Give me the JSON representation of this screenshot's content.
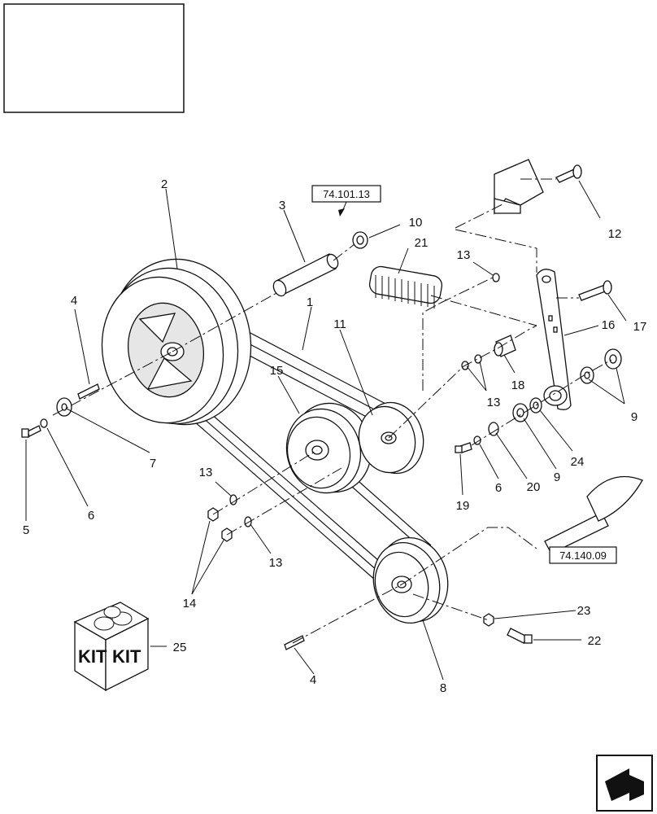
{
  "references": [
    "74.101.13",
    "74.140.09"
  ],
  "kit_label": "KIT",
  "callouts": {
    "c1": "1",
    "c2": "2",
    "c3": "3",
    "c4a": "4",
    "c4b": "4",
    "c5": "5",
    "c6a": "6",
    "c6b": "6",
    "c7": "7",
    "c8": "8",
    "c9a": "9",
    "c9b": "9",
    "c10": "10",
    "c11": "11",
    "c12": "12",
    "c13a": "13",
    "c13b": "13",
    "c13c": "13",
    "c13d": "13",
    "c14": "14",
    "c15": "15",
    "c16": "16",
    "c17": "17",
    "c18": "18",
    "c19": "19",
    "c20": "20",
    "c21": "21",
    "c22": "22",
    "c23": "23",
    "c24": "24",
    "c25": "25"
  },
  "icons": {
    "navigation": "return-arrow-icon",
    "kit": "kit-box-icon"
  }
}
